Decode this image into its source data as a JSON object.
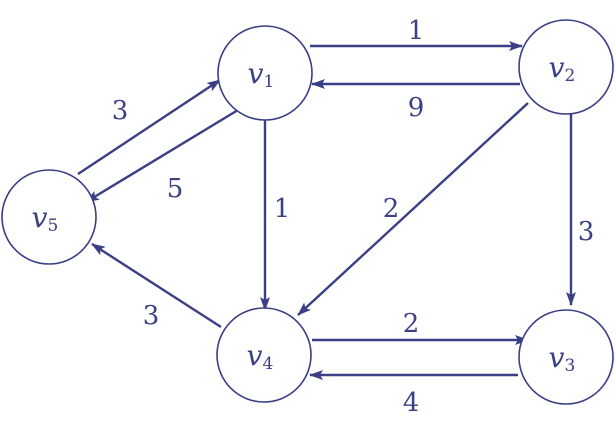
{
  "graph": {
    "colors": {
      "ink": "#3b3f86"
    },
    "nodes": [
      {
        "id": "v1",
        "letter": "v",
        "sub": "1"
      },
      {
        "id": "v2",
        "letter": "v",
        "sub": "2"
      },
      {
        "id": "v3",
        "letter": "v",
        "sub": "3"
      },
      {
        "id": "v4",
        "letter": "v",
        "sub": "4"
      },
      {
        "id": "v5",
        "letter": "v",
        "sub": "5"
      }
    ],
    "edges": [
      {
        "from": "v1",
        "to": "v2",
        "weight": "1"
      },
      {
        "from": "v2",
        "to": "v1",
        "weight": "9"
      },
      {
        "from": "v5",
        "to": "v1",
        "weight": "3"
      },
      {
        "from": "v1",
        "to": "v5",
        "weight": "5"
      },
      {
        "from": "v1",
        "to": "v4",
        "weight": "1"
      },
      {
        "from": "v2",
        "to": "v4",
        "weight": "2"
      },
      {
        "from": "v2",
        "to": "v3",
        "weight": "3"
      },
      {
        "from": "v4",
        "to": "v5",
        "weight": "3"
      },
      {
        "from": "v4",
        "to": "v3",
        "weight": "2"
      },
      {
        "from": "v3",
        "to": "v4",
        "weight": "4"
      }
    ]
  }
}
